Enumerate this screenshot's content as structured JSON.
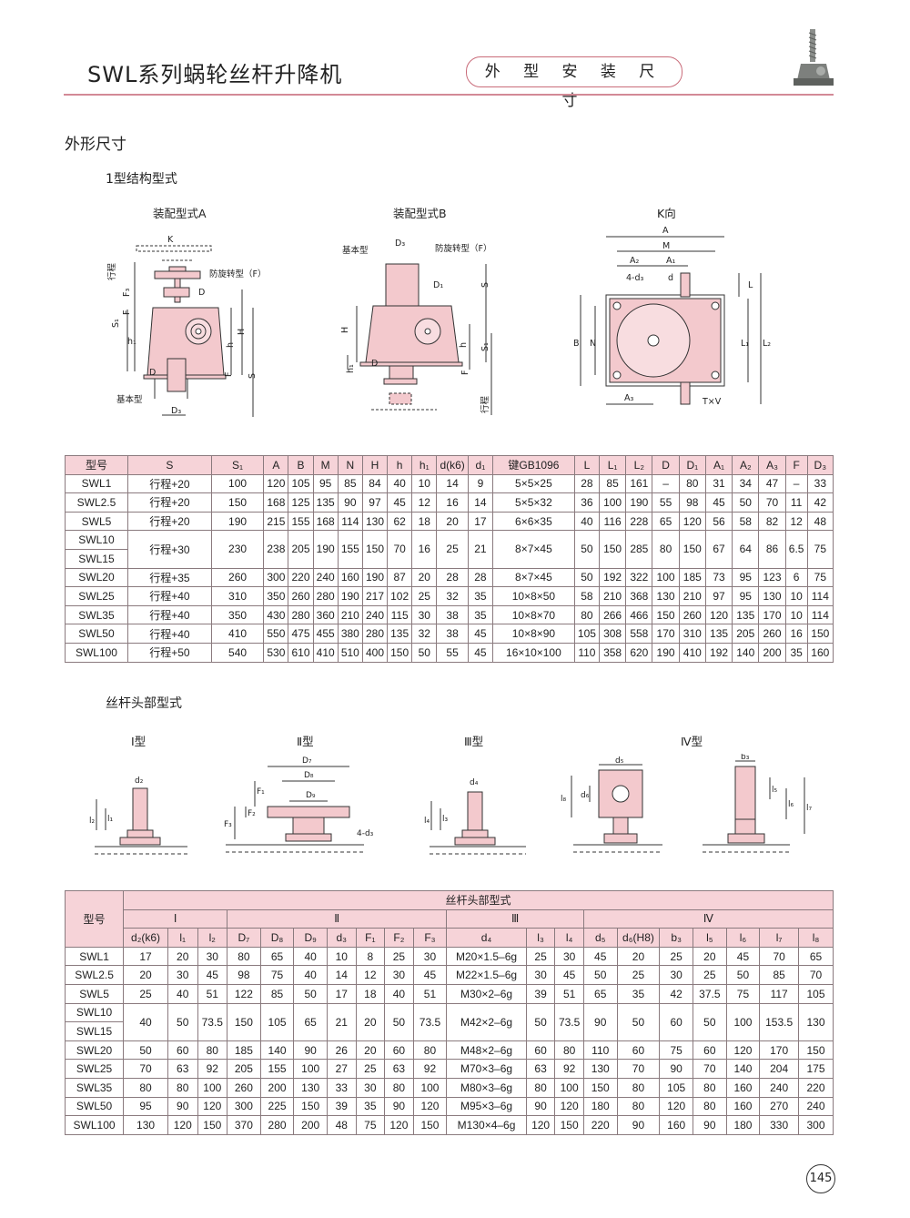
{
  "header": {
    "title": "SWL系列蜗轮丝杆升降机",
    "tag": "外 型 安 装 尺 寸"
  },
  "section": {
    "heading": "外形尺寸",
    "sub1": "1型结构型式",
    "sub2": "丝杆头部型式"
  },
  "captions": {
    "a": "装配型式A",
    "b": "装配型式B",
    "k": "K向"
  },
  "labels": {
    "a": {
      "k": "K",
      "stroke": "行程",
      "f3": "F₃",
      "f": "F",
      "s1": "S₁",
      "h1": "h₁",
      "d": "D",
      "anti": "防旋转型（F）",
      "H": "H",
      "h": "h",
      "F": "F",
      "S": "S",
      "base": "基本型",
      "d3": "D₃"
    },
    "b": {
      "base": "基本型",
      "d3": "D₃",
      "anti": "防旋转型（F）",
      "d1": "D₁",
      "s": "S",
      "H": "H",
      "h1": "h₁",
      "d": "D",
      "h": "h",
      "s1": "S₁",
      "f": "F",
      "stroke": "行程"
    },
    "k": {
      "a": "A",
      "m": "M",
      "a2": "A₂",
      "a1": "A₁",
      "holes": "4-d₃",
      "dd": "d",
      "l": "L",
      "b": "B",
      "n": "N",
      "l1": "L₁",
      "l2": "L₂",
      "a3": "A₃",
      "tv": "T×V"
    }
  },
  "table1": {
    "headers": [
      "型号",
      "S",
      "S₁",
      "A",
      "B",
      "M",
      "N",
      "H",
      "h",
      "h₁",
      "d(k6)",
      "d₁",
      "键GB1096",
      "L",
      "L₁",
      "L₂",
      "D",
      "D₁",
      "A₁",
      "A₂",
      "A₃",
      "F",
      "D₃"
    ],
    "rows": [
      [
        "SWL1",
        "行程+20",
        "100",
        "120",
        "105",
        "95",
        "85",
        "84",
        "40",
        "10",
        "14",
        "9",
        "5×5×25",
        "28",
        "85",
        "161",
        "–",
        "80",
        "31",
        "34",
        "47",
        "–",
        "33"
      ],
      [
        "SWL2.5",
        "行程+20",
        "150",
        "168",
        "125",
        "135",
        "90",
        "97",
        "45",
        "12",
        "16",
        "14",
        "5×5×32",
        "36",
        "100",
        "190",
        "55",
        "98",
        "45",
        "50",
        "70",
        "11",
        "42"
      ],
      [
        "SWL5",
        "行程+20",
        "190",
        "215",
        "155",
        "168",
        "114",
        "130",
        "62",
        "18",
        "20",
        "17",
        "6×6×35",
        "40",
        "116",
        "228",
        "65",
        "120",
        "56",
        "58",
        "82",
        "12",
        "48"
      ],
      [
        "SWL10",
        "行程+30",
        "230",
        "238",
        "205",
        "190",
        "155",
        "150",
        "70",
        "16",
        "25",
        "21",
        "8×7×45",
        "50",
        "150",
        "285",
        "80",
        "150",
        "67",
        "64",
        "86",
        "6.5",
        "75"
      ],
      [
        "SWL15"
      ],
      [
        "SWL20",
        "行程+35",
        "260",
        "300",
        "220",
        "240",
        "160",
        "190",
        "87",
        "20",
        "28",
        "28",
        "8×7×45",
        "50",
        "192",
        "322",
        "100",
        "185",
        "73",
        "95",
        "123",
        "6",
        "75"
      ],
      [
        "SWL25",
        "行程+40",
        "310",
        "350",
        "260",
        "280",
        "190",
        "217",
        "102",
        "25",
        "32",
        "35",
        "10×8×50",
        "58",
        "210",
        "368",
        "130",
        "210",
        "97",
        "95",
        "130",
        "10",
        "114"
      ],
      [
        "SWL35",
        "行程+40",
        "350",
        "430",
        "280",
        "360",
        "210",
        "240",
        "115",
        "30",
        "38",
        "35",
        "10×8×70",
        "80",
        "266",
        "466",
        "150",
        "260",
        "120",
        "135",
        "170",
        "10",
        "114"
      ],
      [
        "SWL50",
        "行程+40",
        "410",
        "550",
        "475",
        "455",
        "380",
        "280",
        "135",
        "32",
        "38",
        "45",
        "10×8×90",
        "105",
        "308",
        "558",
        "170",
        "310",
        "135",
        "205",
        "260",
        "16",
        "150"
      ],
      [
        "SWL100",
        "行程+50",
        "540",
        "530",
        "610",
        "410",
        "510",
        "400",
        "150",
        "50",
        "55",
        "45",
        "16×10×100",
        "110",
        "358",
        "620",
        "190",
        "410",
        "192",
        "140",
        "200",
        "35",
        "160"
      ]
    ]
  },
  "types": {
    "t1": "Ⅰ型",
    "t2": "Ⅱ型",
    "t3": "Ⅲ型",
    "t4": "Ⅳ型"
  },
  "typelabels": {
    "t1": {
      "d2": "d₂",
      "l1": "l₁",
      "l2": "l₂"
    },
    "t2": {
      "d7": "D₇",
      "d8": "D₈",
      "d9": "D₉",
      "f1": "F₁",
      "f2": "F₂",
      "f3": "F₃",
      "holes": "4-d₃"
    },
    "t3": {
      "d4": "d₄",
      "l3": "l₃",
      "l4": "l₄"
    },
    "t4a": {
      "d5": "d₅",
      "d6": "d₆",
      "l8": "l₈"
    },
    "t4b": {
      "b3": "b₃",
      "l5": "l₅",
      "l6": "l₆",
      "l7": "l₇"
    }
  },
  "table2": {
    "model_header": "型号",
    "group_header": "丝杆头部型式",
    "groups": [
      "Ⅰ",
      "Ⅱ",
      "Ⅲ",
      "Ⅳ"
    ],
    "sub_headers": [
      "d₂(k6)",
      "l₁",
      "l₂",
      "D₇",
      "D₈",
      "D₉",
      "d₃",
      "F₁",
      "F₂",
      "F₃",
      "d₄",
      "l₃",
      "l₄",
      "d₅",
      "d₆(H8)",
      "b₃",
      "l₅",
      "l₆",
      "l₇",
      "l₈"
    ],
    "rows": [
      [
        "SWL1",
        "17",
        "20",
        "30",
        "80",
        "65",
        "40",
        "10",
        "8",
        "25",
        "30",
        "M20×1.5–6g",
        "25",
        "30",
        "45",
        "20",
        "25",
        "20",
        "45",
        "70",
        "65"
      ],
      [
        "SWL2.5",
        "20",
        "30",
        "45",
        "98",
        "75",
        "40",
        "14",
        "12",
        "30",
        "45",
        "M22×1.5–6g",
        "30",
        "45",
        "50",
        "25",
        "30",
        "25",
        "50",
        "85",
        "70"
      ],
      [
        "SWL5",
        "25",
        "40",
        "51",
        "122",
        "85",
        "50",
        "17",
        "18",
        "40",
        "51",
        "M30×2–6g",
        "39",
        "51",
        "65",
        "35",
        "42",
        "37.5",
        "75",
        "117",
        "105"
      ],
      [
        "SWL10",
        "40",
        "50",
        "73.5",
        "150",
        "105",
        "65",
        "21",
        "20",
        "50",
        "73.5",
        "M42×2–6g",
        "50",
        "73.5",
        "90",
        "50",
        "60",
        "50",
        "100",
        "153.5",
        "130"
      ],
      [
        "SWL15"
      ],
      [
        "SWL20",
        "50",
        "60",
        "80",
        "185",
        "140",
        "90",
        "26",
        "20",
        "60",
        "80",
        "M48×2–6g",
        "60",
        "80",
        "110",
        "60",
        "75",
        "60",
        "120",
        "170",
        "150"
      ],
      [
        "SWL25",
        "70",
        "63",
        "92",
        "205",
        "155",
        "100",
        "27",
        "25",
        "63",
        "92",
        "M70×3–6g",
        "63",
        "92",
        "130",
        "70",
        "90",
        "70",
        "140",
        "204",
        "175"
      ],
      [
        "SWL35",
        "80",
        "80",
        "100",
        "260",
        "200",
        "130",
        "33",
        "30",
        "80",
        "100",
        "M80×3–6g",
        "80",
        "100",
        "150",
        "80",
        "105",
        "80",
        "160",
        "240",
        "220"
      ],
      [
        "SWL50",
        "95",
        "90",
        "120",
        "300",
        "225",
        "150",
        "39",
        "35",
        "90",
        "120",
        "M95×3–6g",
        "90",
        "120",
        "180",
        "80",
        "120",
        "80",
        "160",
        "270",
        "240"
      ],
      [
        "SWL100",
        "130",
        "120",
        "150",
        "370",
        "280",
        "200",
        "48",
        "75",
        "120",
        "150",
        "M130×4–6g",
        "120",
        "150",
        "220",
        "90",
        "160",
        "90",
        "180",
        "330",
        "300"
      ]
    ]
  },
  "page_number": "145",
  "colors": {
    "pink": "#f6d3d8",
    "part": "#f3c9cd",
    "line": "#d38a96"
  }
}
